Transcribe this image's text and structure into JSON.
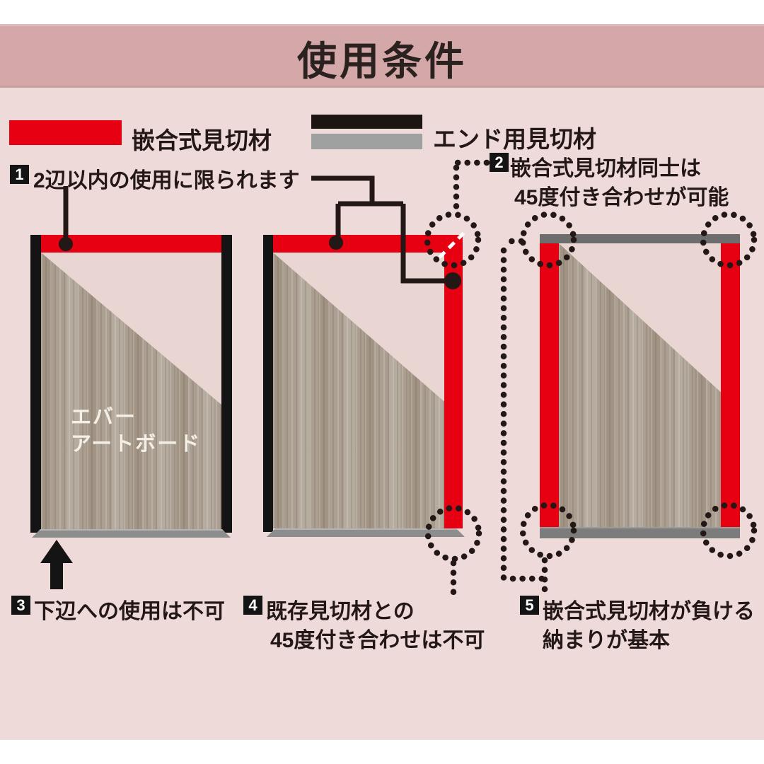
{
  "title": "使用条件",
  "legend": {
    "fitting_label": "嵌合式見切材",
    "end_label": "エンド用見切材"
  },
  "board": {
    "line1": "エバー",
    "line2": "アートボード"
  },
  "notes": [
    {
      "num": "1",
      "lines": [
        "2辺以内の使用に限られます"
      ]
    },
    {
      "num": "2",
      "lines": [
        "嵌合式見切材同士は",
        "45度付き合わせが可能"
      ]
    },
    {
      "num": "3",
      "lines": [
        "下辺への使用は不可"
      ]
    },
    {
      "num": "4",
      "lines": [
        "既存見切材との",
        "45度付き合わせは不可"
      ]
    },
    {
      "num": "5",
      "lines": [
        "嵌合式見切材が負ける",
        "納まりが基本"
      ]
    }
  ],
  "colors": {
    "accent_red": "#e60012",
    "end_trim_black": "#141414",
    "end_trim_gray": "#9fa0a0",
    "title_band_pink": "#d4a8a8",
    "body_pink": "#eedad9",
    "wood": "#ab9f91",
    "connector_ink": "#231815",
    "miter_dash_white": "#ffffff"
  }
}
